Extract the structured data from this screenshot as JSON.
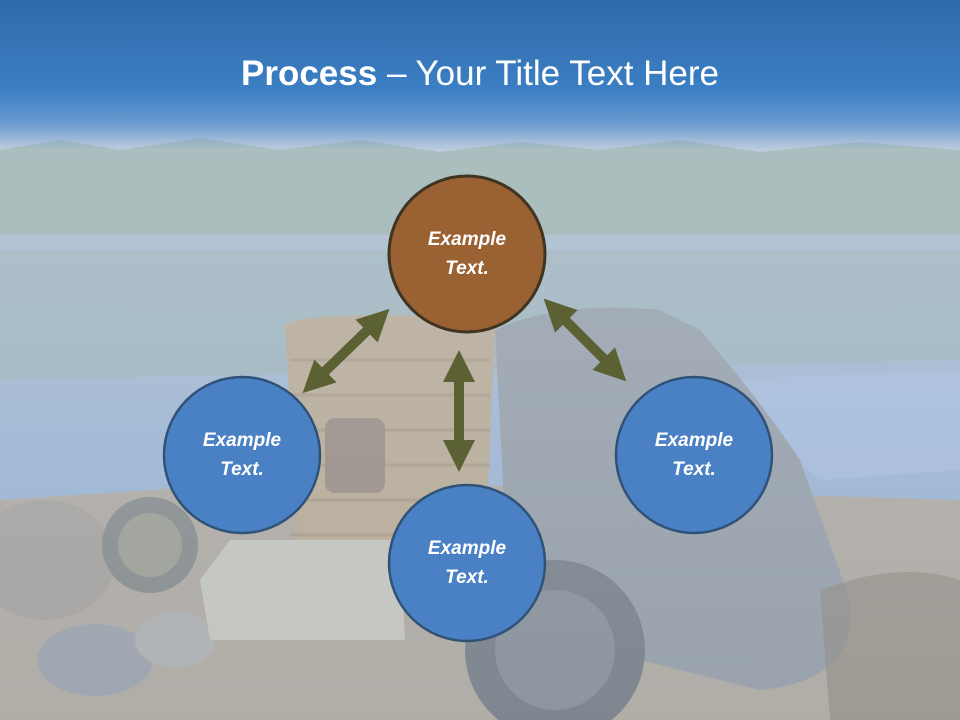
{
  "title": {
    "bold": "Process",
    "separator": " – ",
    "rest": "Your Title Text Here"
  },
  "colors": {
    "title_band": "#3c7fc4",
    "center_node": "#9a6233",
    "outer_node": "#4a80c4",
    "node_border": "#2f5276",
    "center_border": "#3f3321",
    "arrow": "#5b6132"
  },
  "nodes": {
    "top": "Example\nText.",
    "left": "Example\nText.",
    "right": "Example\nText.",
    "bottom": "Example\nText."
  }
}
